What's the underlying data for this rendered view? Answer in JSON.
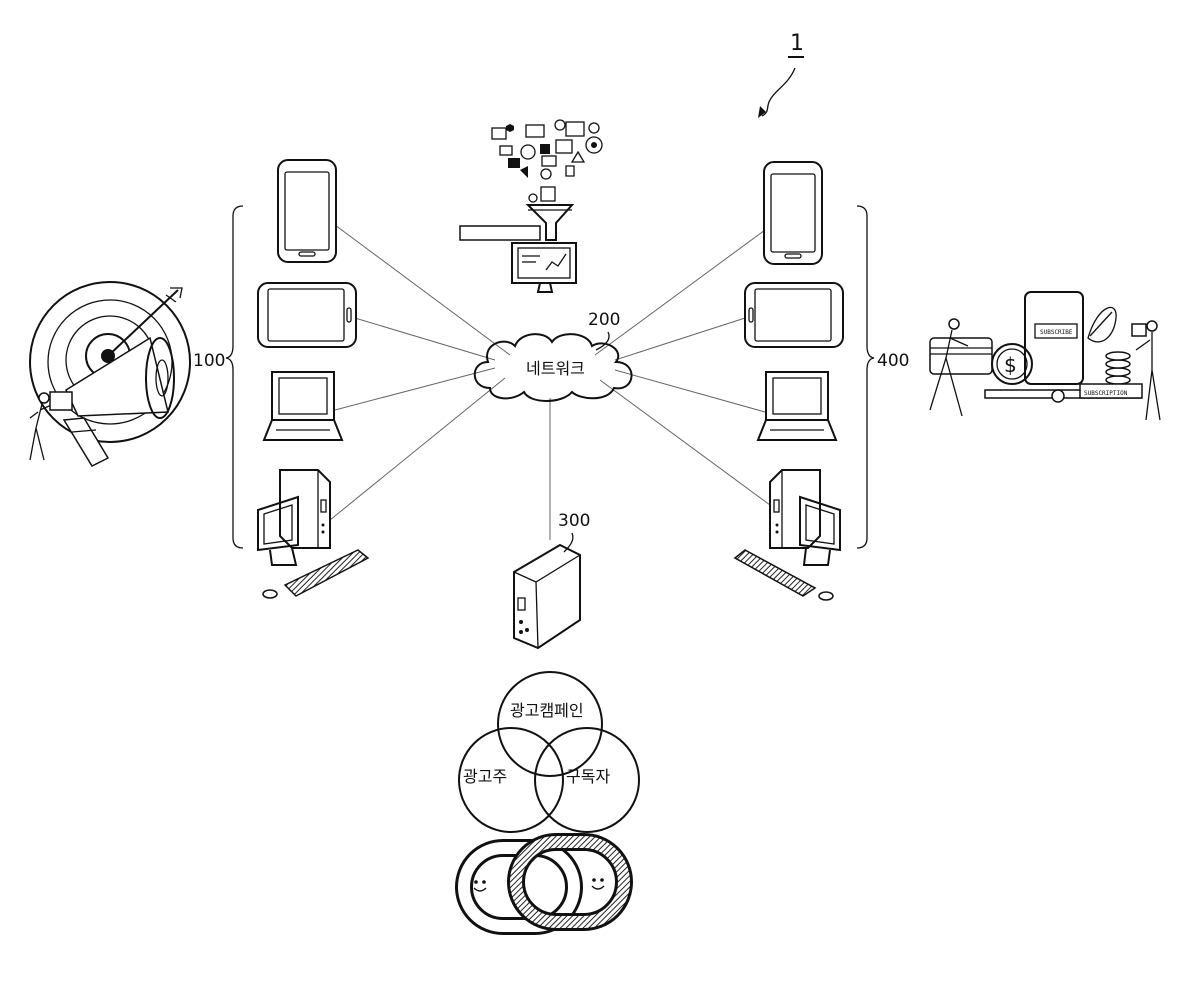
{
  "figure_ref": "1",
  "labels": {
    "advertiser_devices": "100",
    "network_ref": "200",
    "network": "네트워크",
    "server_ref": "300",
    "subscriber_devices": "400"
  },
  "venn": {
    "top": "광고캠페인",
    "left": "광고주",
    "right": "구독자"
  },
  "subscribe_card": "SUBSCRIBE",
  "subscription_tag": "SUBSCRIPTION",
  "currency_symbol": "$"
}
